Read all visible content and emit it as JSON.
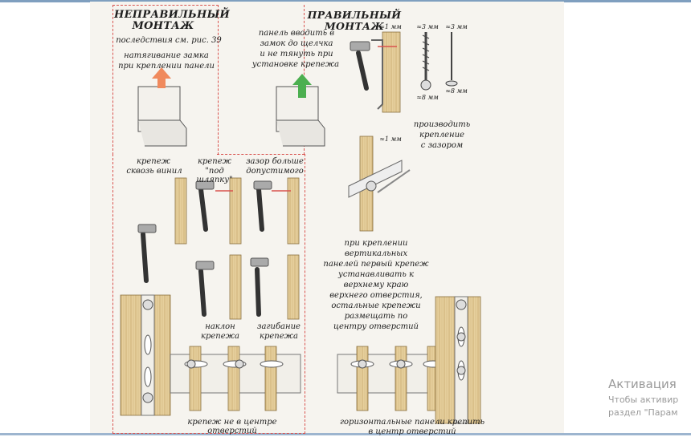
{
  "left": {
    "title_line1": "НЕПРАВИЛЬНЫЙ",
    "title_line2": "МОНТАЖ",
    "ref": "последствия см. рис. 39",
    "pull_line1": "натягивание замка",
    "pull_line2": "при креплении панели",
    "col1_line1": "крепеж",
    "col1_line2": "сквозь винил",
    "col2_line1": "крепеж",
    "col2_line2": "\"под шляпку\"",
    "col3_line1": "зазор больше",
    "col3_line2": "допустимого",
    "tilt_line1": "наклон",
    "tilt_line2": "крепежа",
    "bend_line1": "загибание",
    "bend_line2": "крепежа",
    "offcenter": "крепеж не в центре отверстий"
  },
  "right": {
    "title": "ПРАВИЛЬНЫЙ МОНТАЖ",
    "insert_line1": "панель вводить в",
    "insert_line2": "замок до щелчка",
    "insert_line3": "и не тянуть при",
    "insert_line4": "установке крепежа",
    "gap_line1": "производить",
    "gap_line2": "крепление",
    "gap_line3": "с зазором",
    "vert_line1": "при креплении",
    "vert_line2": "вертикальных",
    "vert_line3": "панелей первый крепеж",
    "vert_line4": "устанавливать к",
    "vert_line5": "верхнему краю",
    "vert_line6": "верхнего отверстия,",
    "vert_line7": "остальные крепежи",
    "vert_line8": "размещать по",
    "vert_line9": "центру отверстий",
    "horiz_line1": "горизонтальные панели крепить",
    "horiz_line2": "в центр отверстий",
    "dim_1mm_a": "≈1 мм",
    "dim_3mm_a": "≈3 мм",
    "dim_3mm_b": "≈3 мм",
    "dim_8mm_a": "≈8 мм",
    "dim_8mm_b": "≈8 мм",
    "dim_1mm_b": "≈1 мм"
  },
  "watermark": {
    "line1": "Активация",
    "line2": "Чтобы активир",
    "line3": "раздел \"Парам"
  },
  "colors": {
    "dash": "#d9534f",
    "wrong_arrow": "#f08a5d",
    "right_arrow": "#4caf50",
    "wood": "#e6cf9c"
  }
}
